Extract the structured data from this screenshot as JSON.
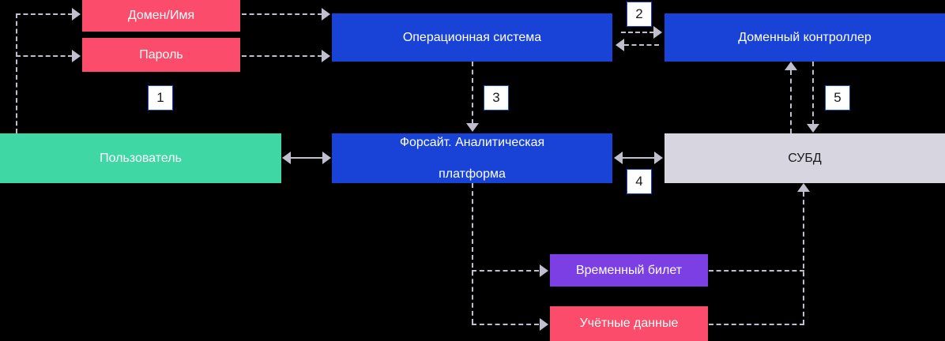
{
  "diagram": {
    "title": "",
    "background": "#000000",
    "palette": {
      "credential_red": "#FB4C6B",
      "system_blue": "#1843D6",
      "user_green": "#3FD7A4",
      "database_gray": "#D6D5E0",
      "ticket_purple": "#7B3FE4",
      "connector_gray": "#BFBFCE",
      "badge_border": "#1843D6",
      "badge_fill": "#FFFFFF"
    },
    "nodes": [
      {
        "id": "domain-name",
        "label": "Домен/Имя",
        "color": "credential_red"
      },
      {
        "id": "password",
        "label": "Пароль",
        "color": "credential_red"
      },
      {
        "id": "operating-system",
        "label": "Операционная система",
        "color": "system_blue"
      },
      {
        "id": "domain-controller",
        "label": "Доменный контроллер",
        "color": "system_blue"
      },
      {
        "id": "user",
        "label": "Пользователь",
        "color": "user_green"
      },
      {
        "id": "foresight-platform",
        "label": "Форсайт. Аналитическая платформа",
        "label_line1": "Форсайт. Аналитическая",
        "label_line2": "платформа",
        "color": "system_blue"
      },
      {
        "id": "dbms",
        "label": "СУБД",
        "color": "database_gray"
      },
      {
        "id": "temporary-ticket",
        "label": "Временный билет",
        "color": "ticket_purple"
      },
      {
        "id": "credentials",
        "label": "Учётные данные",
        "color": "credential_red"
      }
    ],
    "step_badges": [
      {
        "id": "step-1",
        "label": "1"
      },
      {
        "id": "step-2",
        "label": "2"
      },
      {
        "id": "step-3",
        "label": "3"
      },
      {
        "id": "step-4",
        "label": "4"
      },
      {
        "id": "step-5",
        "label": "5"
      }
    ],
    "connections": [
      {
        "from": "user",
        "to": "domain-name",
        "style": "dashed",
        "direction": "one-way",
        "step": "1"
      },
      {
        "from": "user",
        "to": "password",
        "style": "dashed",
        "direction": "one-way",
        "step": "1"
      },
      {
        "from": "domain-name",
        "to": "operating-system",
        "style": "dashed",
        "direction": "one-way"
      },
      {
        "from": "password",
        "to": "operating-system",
        "style": "dashed",
        "direction": "one-way"
      },
      {
        "from": "operating-system",
        "to": "domain-controller",
        "style": "dashed",
        "direction": "two-way",
        "step": "2"
      },
      {
        "from": "operating-system",
        "to": "foresight-platform",
        "style": "dashed",
        "direction": "one-way",
        "step": "3"
      },
      {
        "from": "user",
        "to": "foresight-platform",
        "style": "solid",
        "direction": "two-way"
      },
      {
        "from": "foresight-platform",
        "to": "dbms",
        "style": "solid",
        "direction": "two-way",
        "step": "4"
      },
      {
        "from": "dbms",
        "to": "domain-controller",
        "style": "dashed",
        "direction": "two-way",
        "step": "5"
      },
      {
        "from": "foresight-platform",
        "to": "temporary-ticket",
        "style": "dashed",
        "direction": "one-way"
      },
      {
        "from": "foresight-platform",
        "to": "credentials",
        "style": "dashed",
        "direction": "one-way"
      },
      {
        "from": "temporary-ticket",
        "to": "dbms",
        "style": "dashed",
        "direction": "one-way"
      },
      {
        "from": "credentials",
        "to": "dbms",
        "style": "dashed",
        "direction": "one-way"
      }
    ]
  }
}
